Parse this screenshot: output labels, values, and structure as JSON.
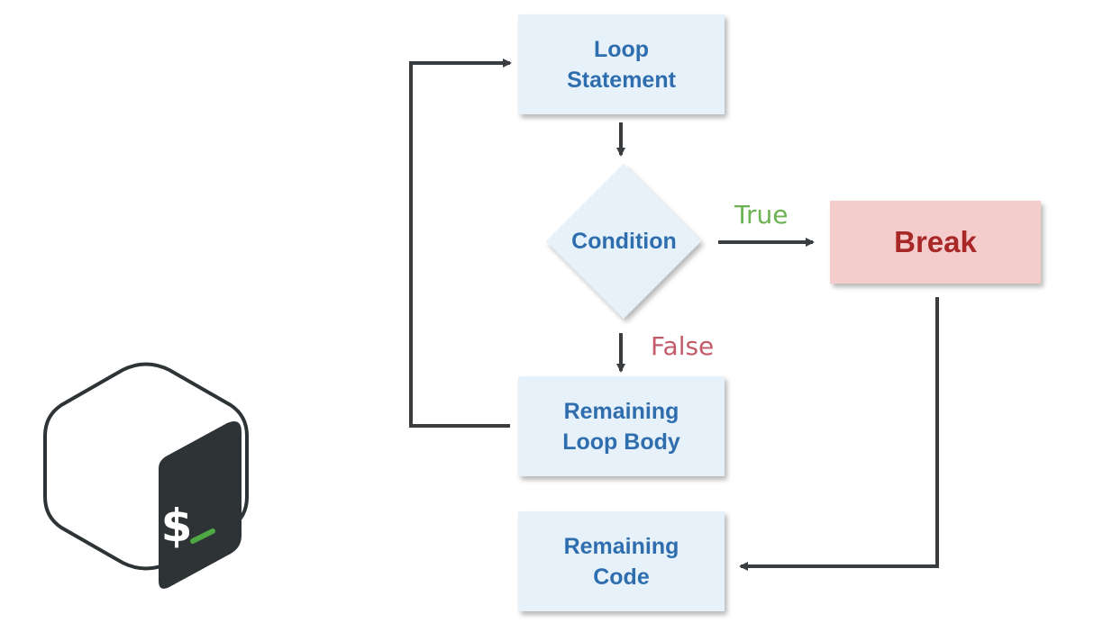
{
  "diagram": {
    "nodes": {
      "loop_statement": {
        "line1": "Loop",
        "line2": "Statement"
      },
      "condition": {
        "label": "Condition"
      },
      "break_node": {
        "label": "Break"
      },
      "remaining_loop_body": {
        "line1": "Remaining",
        "line2": "Loop Body"
      },
      "remaining_code": {
        "line1": "Remaining",
        "line2": "Code"
      }
    },
    "edges": {
      "true_label": "True",
      "false_label": "False"
    }
  },
  "logo": {
    "icon": "bash-logo-icon",
    "glyph": "$_"
  },
  "colors": {
    "box_fill": "#e6f1fa",
    "box_text": "#2f6eae",
    "break_fill": "#f5cccc",
    "break_text": "#a82828",
    "true_text": "#6cb254",
    "false_text": "#c45b6a",
    "arrow": "#3a3d40",
    "logo_dark": "#2e3436",
    "logo_green": "#4ea844"
  }
}
